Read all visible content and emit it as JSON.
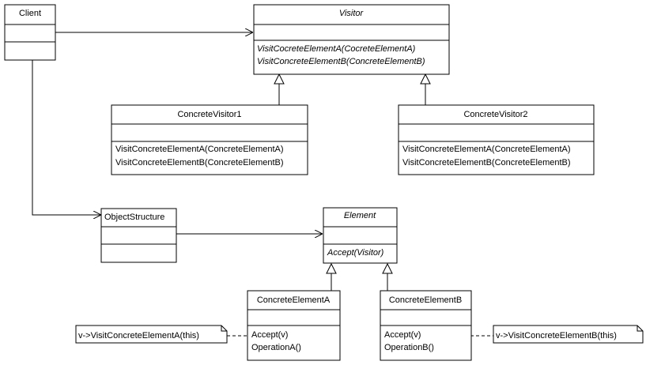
{
  "classes": {
    "client": {
      "name": "Client",
      "operations": []
    },
    "visitor": {
      "name": "Visitor",
      "abstract": true,
      "operations": [
        "VisitCocreteElementA(CocreteElementA)",
        "VisitConcreteElementB(ConcreteElementB)"
      ]
    },
    "concrete_visitor1": {
      "name": "ConcreteVisitor1",
      "operations": [
        "VisitConcreteElementA(ConcreteElementA)",
        "VisitConcreteElementB(ConcreteElementB)"
      ]
    },
    "concrete_visitor2": {
      "name": "ConcreteVisitor2",
      "operations": [
        "VisitConcreteElementA(ConcreteElementA)",
        "VisitConcreteElementB(ConcreteElementB)"
      ]
    },
    "object_structure": {
      "name": "ObjectStructure",
      "operations": []
    },
    "element": {
      "name": "Element",
      "abstract": true,
      "operations": [
        "Accept(Visitor)"
      ]
    },
    "concrete_element_a": {
      "name": "ConcreteElementA",
      "operations": [
        "Accept(v)",
        "OperationA()"
      ]
    },
    "concrete_element_b": {
      "name": "ConcreteElementB",
      "operations": [
        "Accept(v)",
        "OperationB()"
      ]
    }
  },
  "notes": {
    "note_a": "v->VisitConcreteElementA(this)",
    "note_b": "v->VisitConcreteElementB(this)"
  }
}
